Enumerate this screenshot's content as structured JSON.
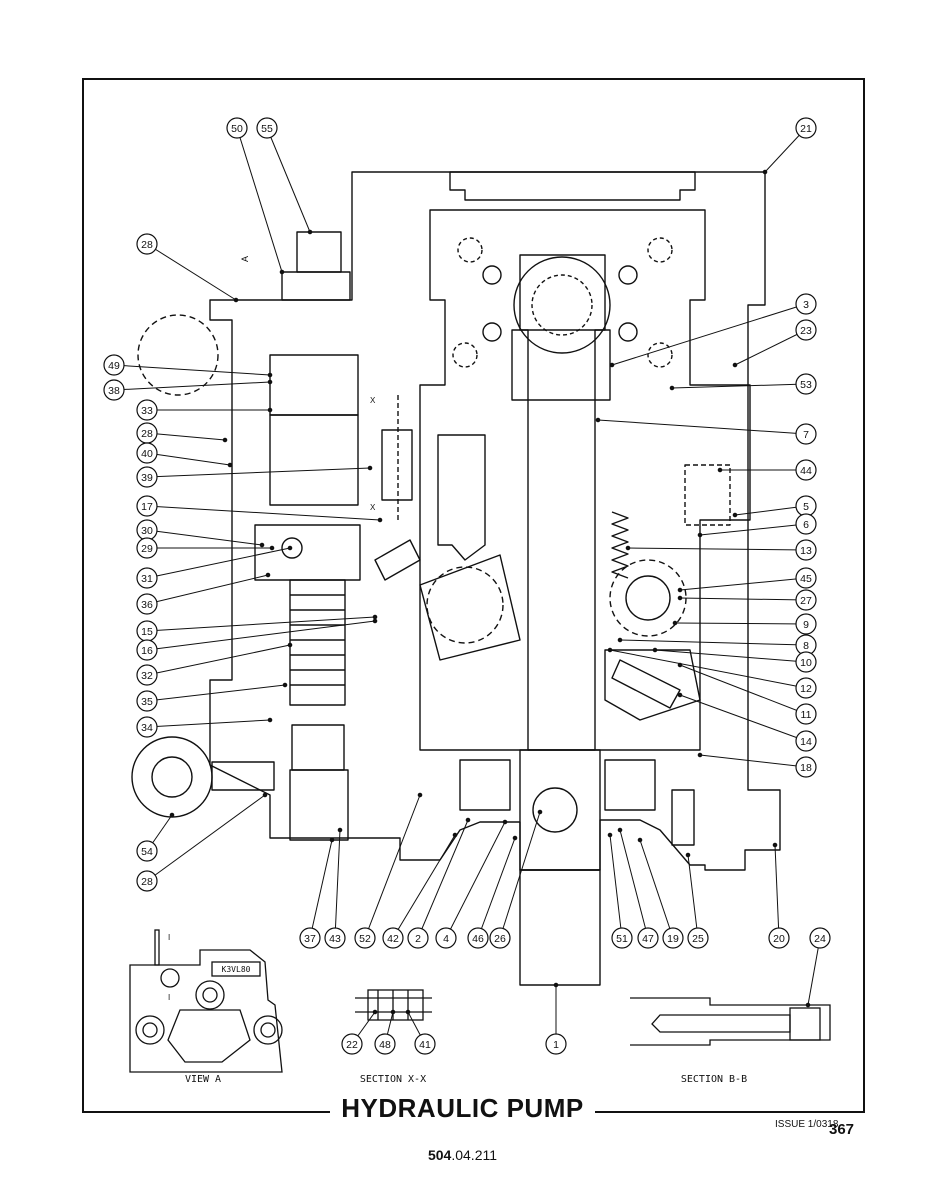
{
  "title": "HYDRAULIC PUMP",
  "issue": "ISSUE 1/0318",
  "page_number": "367",
  "reference": {
    "bold": "504",
    "rest": ".04.211"
  },
  "captions": {
    "view_a": "VIEW A",
    "section_xx": "SECTION X-X",
    "section_bb": "SECTION B-B"
  },
  "plate_label": "K3VL80",
  "section_marks": {
    "a": "A",
    "x": "X",
    "i": "I"
  },
  "callouts": [
    "50",
    "55",
    "21",
    "28",
    "3",
    "23",
    "49",
    "38",
    "53",
    "33",
    "7",
    "28",
    "40",
    "44",
    "39",
    "5",
    "17",
    "6",
    "30",
    "29",
    "13",
    "31",
    "45",
    "36",
    "27",
    "15",
    "9",
    "16",
    "8",
    "32",
    "10",
    "35",
    "12",
    "34",
    "11",
    "14",
    "18",
    "54",
    "28",
    "37",
    "43",
    "52",
    "42",
    "2",
    "4",
    "46",
    "26",
    "51",
    "47",
    "19",
    "25",
    "20",
    "24",
    "22",
    "48",
    "41",
    "1"
  ]
}
